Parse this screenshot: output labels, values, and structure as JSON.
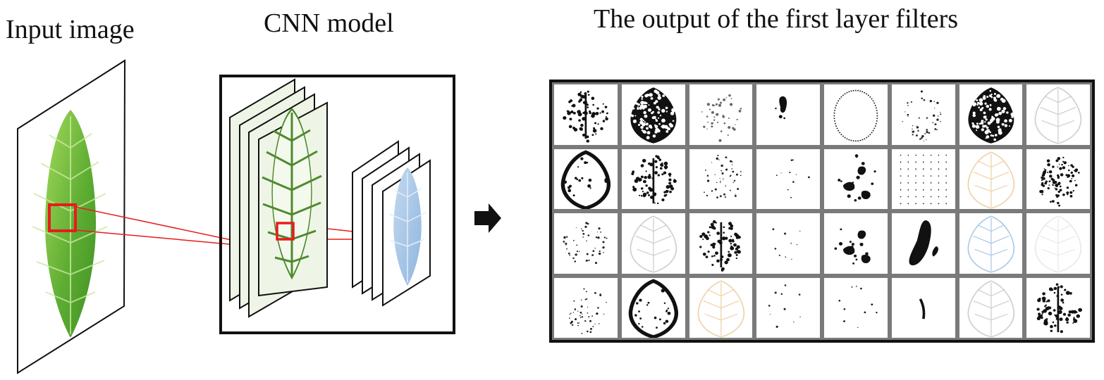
{
  "labels": {
    "input_image": "Input image",
    "cnn_model": "CNN model",
    "output_title": "The output of the first layer filters"
  },
  "colors": {
    "leaf_green_light": "#8ecf4f",
    "leaf_green_dark": "#2f7d1c",
    "vein_green": "#4f8a2e",
    "feature_blue": "#9ec1e3",
    "highlight_red": "#e81c1c",
    "frame_black": "#111111",
    "cell_border": "#7a7a7a"
  },
  "icons": {
    "arrow": "right-arrow-icon"
  },
  "filter_grid": {
    "rows": 4,
    "cols": 8,
    "styles": [
      "sparse-dark",
      "dense-dark",
      "faint-dots",
      "small-blob",
      "outline-dots",
      "scatter-dots",
      "dense-dark",
      "ghost-gray",
      "outline-dark",
      "sparse-dark",
      "scatter-dots",
      "tiny-dots",
      "blobs",
      "dot-grid",
      "ghost-tan",
      "scatter-dark",
      "scatter-dots",
      "ghost-gray",
      "sparse-dark",
      "tiny-dots",
      "blobs",
      "big-blob",
      "ghost-blue",
      "ghost-faint",
      "scatter-dots",
      "outline-dark",
      "ghost-tan",
      "tiny-dots",
      "tiny-dots",
      "stroke",
      "ghost-gray",
      "sparse-dark"
    ]
  }
}
